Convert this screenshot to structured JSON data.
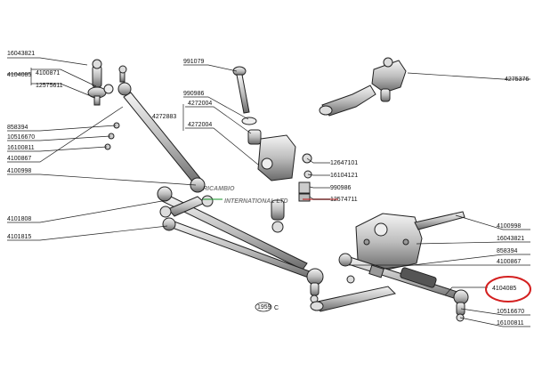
{
  "parts": {
    "p16043821_top": "16043821",
    "p4104085_top": "4104085",
    "p4100871": "4100871",
    "p12575611": "12575611",
    "p858394_left": "858394",
    "p10516670_left": "10516670",
    "p16100811_left": "16100811",
    "p4100867_left": "4100867",
    "p4100998_left": "4100998",
    "p4101808": "4101808",
    "p4101815": "4101815",
    "p991079": "991079",
    "p990986_top": "990986",
    "p4272004_a": "4272004",
    "p4272883": "4272883",
    "p4272004_b": "4272004",
    "p12647101": "12647101",
    "p16104121": "16104121",
    "p990986_mid": "990986",
    "p12574711": "12574711",
    "p4275376": "4275376",
    "p4100998_right": "4100998",
    "p16043821_right": "16043821",
    "p858394_right": "858394",
    "p4100867_right": "4100867",
    "p4104085_right": "4104085",
    "p10516670_right": "10516670",
    "p16100811_right": "16100811"
  },
  "watermark": {
    "brand": "RICAMBIO",
    "sub": "INTERNATIONAL LTD"
  },
  "figure_code": "1959",
  "figure_letter": "C",
  "highlight_color": "#d42020"
}
